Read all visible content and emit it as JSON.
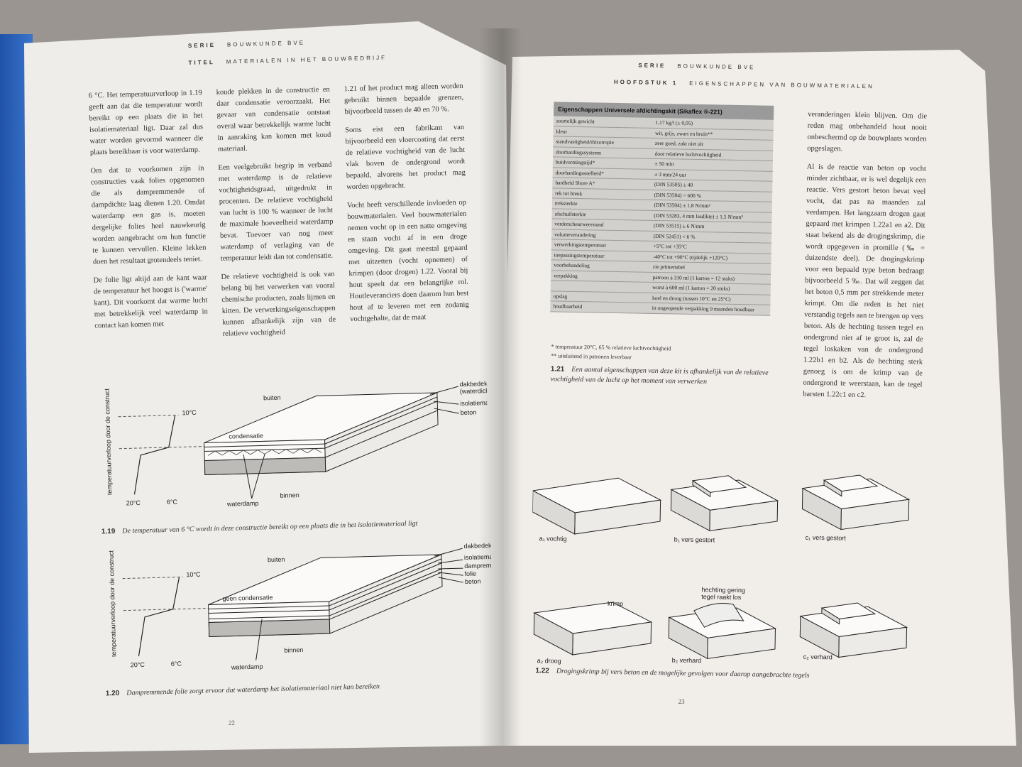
{
  "left_page": {
    "header": {
      "serie_label": "SERIE",
      "serie_value": "BOUWKUNDE BVE",
      "titel_label": "TITEL",
      "titel_value": "MATERIALEN IN HET BOUWBEDRIJF"
    },
    "col1": [
      "6 °C. Het temperatuurverloop in 1.19 geeft aan dat die temperatuur wordt bereikt op een plaats die in het isolatiemateriaal ligt. Daar zal dus water worden gevormd wanneer die plaats bereikbaar is voor waterdamp.",
      "Om dat te voorkomen zijn in constructies vaak folies opgenomen die als dampremmende of dampdichte laag dienen 1.20. Omdat waterdamp een gas is, moeten dergelijke folies heel nauwkeurig worden aangebracht om hun functie te kunnen vervullen. Kleine lekken doen het resultaat grotendeels teniet.",
      "De folie ligt altijd aan de kant waar de temperatuur het hoogst is ('warme' kant). Dit voorkomt dat warme lucht met betrekkelijk veel waterdamp in contact kan komen met"
    ],
    "col2": [
      "koude plekken in de constructie en daar condensatie veroorzaakt. Het gevaar van condensatie ontstaat overal waar betrekkelijk warme lucht in aanraking kan komen met koud materiaal.",
      "Een veelgebruikt begrip in verband met waterdamp is de relatieve vochtigheidsgraad, uitgedrukt in procenten. De relatieve vochtigheid van lucht is 100 % wanneer de lucht de maximale hoeveelheid waterdamp bevat. Toevoer van nog meer waterdamp of verlaging van de temperatuur leidt dan tot condensatie.",
      "De relatieve vochtigheid is ook van belang bij het verwerken van vooral chemische producten, zoals lijmen en kitten. De verwerkingseigenschappen kunnen afhankelijk zijn van de relatieve vochtigheid"
    ],
    "col3": [
      "1.21 of het product mag alleen worden gebruikt binnen bepaalde grenzen, bijvoorbeeld tussen de 40 en 70 %.",
      "Soms eist een fabrikant van bijvoorbeeld een vloercoating dat eerst de relatieve vochtigheid van de lucht vlak boven de ondergrond wordt bepaald, alvorens het product mag worden opgebracht.",
      "Vocht heeft verschillende invloeden op bouwmaterialen. Veel bouwmaterialen nemen vocht op in een natte omgeving en staan vocht af in een droge omgeving. Dit gaat meestal gepaard met uitzetten (vocht opnemen) of krimpen (door drogen) 1.22. Vooral bij hout speelt dat een belangrijke rol. Houtleveranciers doen daarom hun best hout af te leveren met een zodanig vochtgehalte, dat de maat"
    ],
    "fig19": {
      "labels": {
        "buiten": "buiten",
        "dakbedekking": "dakbedekking",
        "waterdicht": "(waterdichte laag)",
        "isolatie": "isolatiemateriaal",
        "beton": "beton",
        "condensatie": "condensatie",
        "waterdamp": "waterdamp",
        "binnen": "binnen",
        "t20": "20°C",
        "t6": "6°C",
        "t10": "10°C",
        "axis": "temperatuurverloop door de constructie"
      },
      "caption_num": "1.19",
      "caption": "De temperatuur van 6 °C wordt in deze constructie bereikt op een plaats die in het isolatiemateriaal ligt"
    },
    "fig20": {
      "labels": {
        "buiten": "buiten",
        "dakbedekking": "dakbedekking",
        "isolatie": "isolatiemateriaal",
        "damprem": "dampremmende laag",
        "folie": "folie",
        "beton": "beton",
        "geen": "geen condensatie",
        "waterdamp": "waterdamp",
        "binnen": "binnen",
        "t20": "20°C",
        "t6": "6°C",
        "t10": "10°C",
        "axis": "temperatuurverloop door de constructie"
      },
      "caption_num": "1.20",
      "caption": "Dampremmende folie zorgt ervoor dat waterdamp het isolatiemateriaal niet kan bereiken"
    },
    "page_number": "22"
  },
  "right_page": {
    "header": {
      "serie_label": "SERIE",
      "serie_value": "BOUWKUNDE BVE",
      "hoofdstuk_label": "HOOFDSTUK 1",
      "hoofdstuk_value": "EIGENSCHAPPEN VAN BOUWMATERIALEN"
    },
    "table": {
      "title": "Eigenschappen Universele afdichtingskit (Sikaflex ®-221)",
      "rows": [
        [
          "soortelijk gewicht",
          "1,17 kg/l (± 0,05)"
        ],
        [
          "kleur",
          "wit, grijs, zwart en bruin**"
        ],
        [
          "standvastigheid/thixotropie",
          "zeer goed, zakt niet uit"
        ],
        [
          "doorhardingssysteem",
          "door relatieve luchtvochtigheid"
        ],
        [
          "huidvormingstijd*",
          "± 50 min"
        ],
        [
          "doorhardingssnelheid*",
          "± 3 mm/24 uur"
        ],
        [
          "hardheid Shore A*",
          "(DIN 53505) ± 40"
        ],
        [
          "rek tot breuk",
          "(DIN 53504) > 600 %"
        ],
        [
          "treksterkte",
          "(DIN 53504) ± 1,8 N/mm²"
        ],
        [
          "afschuifsterkte",
          "(DIN 53283, 4 mm lasdikte) ± 1,5 N/mm²"
        ],
        [
          "verderscheurweerstand",
          "(DIN 53515) ± 6 N/mm"
        ],
        [
          "volumeverandering",
          "(DIN 52451) < 6 %"
        ],
        [
          "verwerkingstemperatuur",
          "+5°C tot +35°C"
        ],
        [
          "toepassingstemperatuur",
          "-40°C tot +90°C (tijdelijk +120°C)"
        ],
        [
          "voorbehandeling",
          "zie primertabel"
        ],
        [
          "verpakking",
          "patroon à 310 ml (1 karton = 12 stuks)"
        ],
        [
          "",
          "worst à 600 ml (1 karton = 20 stuks)"
        ],
        [
          "opslag",
          "koel en droog (tussen 10°C en 25°C)"
        ],
        [
          "houdbaarheid",
          "in ongeopende verpakking 9 maanden houdbaar"
        ]
      ],
      "note1": "* temperatuur 20°C, 65 % relatieve luchtvochtigheid",
      "note2": "** uitsluitend in patronen leverbaar",
      "caption_num": "1.21",
      "caption": "Een aantal eigenschappen van deze kit is afhankelijk van de relatieve vochtigheid van de lucht op het moment van verwerken"
    },
    "text": [
      "veranderingen klein blijven. Om die reden mag onbehandeld hout nooit onbeschermd op de bouwplaats worden opgeslagen.",
      "Al is de reactie van beton op vocht minder zichtbaar, er is wel degelijk een reactie. Vers gestort beton bevat veel vocht, dat pas na maanden zal verdampen. Het langzaam drogen gaat gepaard met krimpen 1.22a1 en a2. Dit staat bekend als de drogingskrimp, die wordt opgegeven in promille (‰ = duizendste deel). De drogingskrimp voor een bepaald type beton bedraagt bijvoorbeeld 5 ‰. Dat wil zeggen dat het beton 0,5 mm per strekkende meter krimpt. Om die reden is het niet verstandig tegels aan te brengen op vers beton. Als de hechting tussen tegel en ondergrond niet af te groot is, zal de tegel loskaken van de ondergrond 1.22b1 en b2. Als de hechting sterk genoeg is om de krimp van de ondergrond te weerstaan, kan de tegel barsten 1.22c1 en c2."
    ],
    "fig22": {
      "a1": "a₁ vochtig",
      "b1": "b₁ vers gestort",
      "c1": "c₁ vers gestort",
      "a2": "a₂ droog",
      "b2": "b₂ verhard",
      "c2": "c₂ verhard",
      "krimp": "krimp",
      "hechting": "hechting gering",
      "tegel": "tegel raakt los",
      "caption_num": "1.22",
      "caption": "Drogingskrimp bij vers beton en de mogelijke gevolgen voor daarop aangebrachte tegels"
    },
    "page_number": "23"
  }
}
